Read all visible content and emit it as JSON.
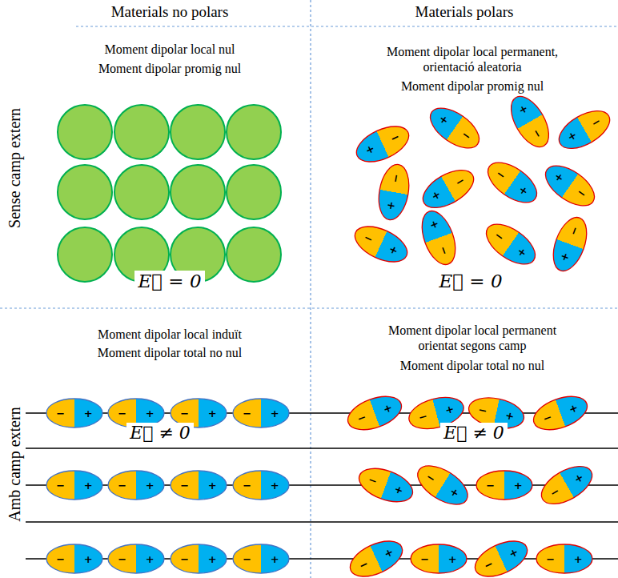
{
  "diagram": {
    "nodes": [
      {
        "text": [
          "−",
          "+"
        ]
      },
      {
        "text": [
          "−",
          "+"
        ]
      },
      {
        "text": [
          "−",
          "+"
        ]
      },
      {
        "text": [
          "−",
          "+"
        ]
      },
      {
        "text": [
          "−",
          "+"
        ]
      },
      {
        "text": [
          "−",
          "+"
        ]
      },
      {
        "text": [
          "−",
          "+"
        ]
      },
      {
        "text": [
          "−",
          "+"
        ]
      },
      {
        "text": [
          "−",
          "+"
        ]
      },
      {
        "text": [
          "−",
          "+"
        ]
      },
      {
        "text": [
          "−",
          "+"
        ]
      },
      {
        "text": [
          "−",
          "+"
        ]
      },
      {
        "text": [
          "−",
          "+"
        ]
      },
      {
        "text": [
          "−",
          "+"
        ]
      },
      {
        "text": [
          "−",
          "+"
        ]
      },
      {
        "text": [
          "−",
          "+"
        ]
      },
      {
        "text": [
          "−",
          "+"
        ]
      },
      {
        "text": [
          "−",
          "+"
        ]
      },
      {
        "text": [
          "−",
          "+"
        ]
      },
      {
        "text": [
          "−",
          "+"
        ]
      },
      {
        "text": [
          "−",
          "+"
        ]
      },
      {
        "text": [
          "−",
          "+"
        ]
      },
      {
        "text": [
          "−",
          "+"
        ]
      },
      {
        "text": [
          "−",
          "+"
        ]
      },
      {
        "text": [
          "−",
          "+"
        ]
      },
      {
        "text": [
          "−",
          "+"
        ]
      },
      {
        "text": [
          "−",
          "+"
        ]
      },
      {
        "text": [
          "−",
          "+"
        ]
      },
      {
        "text": [
          "−",
          "+"
        ]
      },
      {
        "text": [
          "−",
          "+"
        ]
      },
      {
        "text": [
          "−",
          "+"
        ]
      },
      {
        "text": [
          "−",
          "+"
        ]
      },
      {
        "text": [
          "−",
          "+"
        ]
      },
      {
        "text": [
          "−",
          "+"
        ]
      },
      {
        "text": [
          "−",
          "+"
        ]
      },
      {
        "text": [
          "−",
          "+"
        ]
      }
    ],
    "labels": [
      "Materials no polars",
      "Materials polars",
      "Sense camp extern",
      "Moment dipolar local nul",
      "Moment dipolar promig nul",
      "Moment dipolar local permanent, orientació aleatoria",
      "Moment dipolar promig nul",
      "E⃗ = 0",
      "E⃗ = 0",
      "Amb camp extern",
      "Moment dipolar local induït",
      "Moment dipolar total no nul",
      "Moment dipolar local permanent orientat segons camp",
      "Moment dipolar total no nul",
      "E⃗ ≠ 0",
      "E⃗ ≠ 0"
    ]
  }
}
